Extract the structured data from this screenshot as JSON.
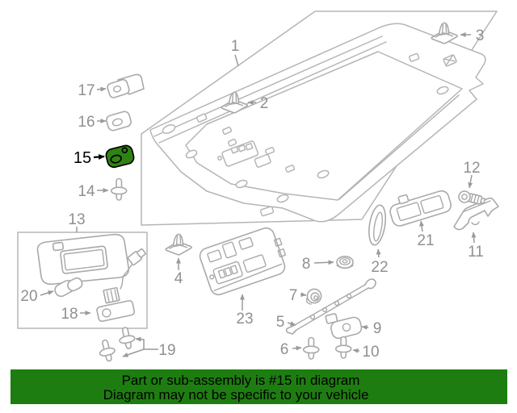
{
  "banner": {
    "line1": "Part or sub-assembly is #15 in diagram",
    "line2": "Diagram may not be specific to your vehicle",
    "bg_color": "#1e7d10",
    "text_color": "#000000"
  },
  "highlight": {
    "part_number": "15",
    "fill_color": "#2f8312",
    "outline_color": "#000000",
    "label_color": "#000000"
  },
  "diagram": {
    "line_color": "#b5b5b5",
    "icon_line_color": "#a9a9a9",
    "label_color": "#909090",
    "background": "#ffffff"
  },
  "callouts": {
    "1": {
      "label": "1"
    },
    "2": {
      "label": "2"
    },
    "3": {
      "label": "3"
    },
    "4": {
      "label": "4"
    },
    "5": {
      "label": "5"
    },
    "6": {
      "label": "6"
    },
    "7": {
      "label": "7"
    },
    "8": {
      "label": "8"
    },
    "9": {
      "label": "9"
    },
    "10": {
      "label": "10"
    },
    "11": {
      "label": "11"
    },
    "12": {
      "label": "12"
    },
    "13": {
      "label": "13"
    },
    "14": {
      "label": "14"
    },
    "15": {
      "label": "15"
    },
    "16": {
      "label": "16"
    },
    "17": {
      "label": "17"
    },
    "18": {
      "label": "18"
    },
    "19": {
      "label": "19"
    },
    "20": {
      "label": "20"
    },
    "21": {
      "label": "21"
    },
    "22": {
      "label": "22"
    },
    "23": {
      "label": "23"
    }
  },
  "icon_names": [
    "headliner-panel-icon",
    "push-pin-clip-icon",
    "tee-screw-icon",
    "grommet-icon",
    "nut-icon",
    "plate-clip-icon",
    "highlighted-plate-clip-icon",
    "bracket-clip-icon",
    "sun-visor-icon",
    "visor-clip-icon",
    "vanity-lamp-icon",
    "rail-bracket-icon",
    "wedge-clip-icon",
    "grab-handle-trim-icon",
    "dome-lamp-icon",
    "retainer-bracket-icon",
    "screw-icon",
    "overhead-console-icon"
  ]
}
